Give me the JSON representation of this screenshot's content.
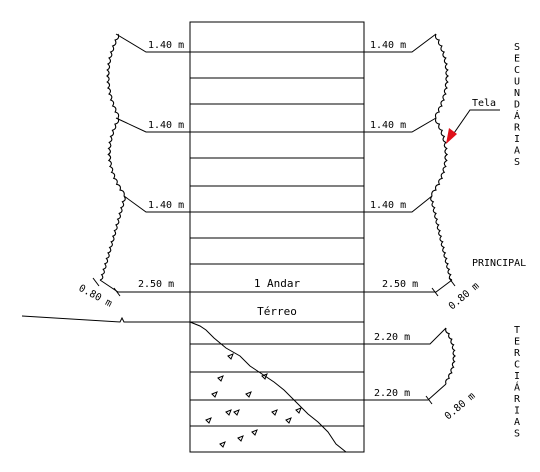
{
  "labels": {
    "dim_140": "1.40 m",
    "dim_250": "2.50 m",
    "dim_220": "2.20 m",
    "dim_080": "0.80 m",
    "andar": "1 Andar",
    "terreo": "Térreo",
    "tela": "Tela",
    "principal": "PRINCIPAL"
  },
  "vertical_words": {
    "secundarias": [
      "S",
      "E",
      "C",
      "U",
      "N",
      "D",
      "Á",
      "R",
      "I",
      "A",
      "S"
    ],
    "terciarias": [
      "T",
      "E",
      "R",
      "C",
      "I",
      "Á",
      "R",
      "I",
      "A",
      "S"
    ]
  },
  "colors": {
    "line": "#000000",
    "tela_marker": "#e0101a",
    "background": "#ffffff"
  }
}
